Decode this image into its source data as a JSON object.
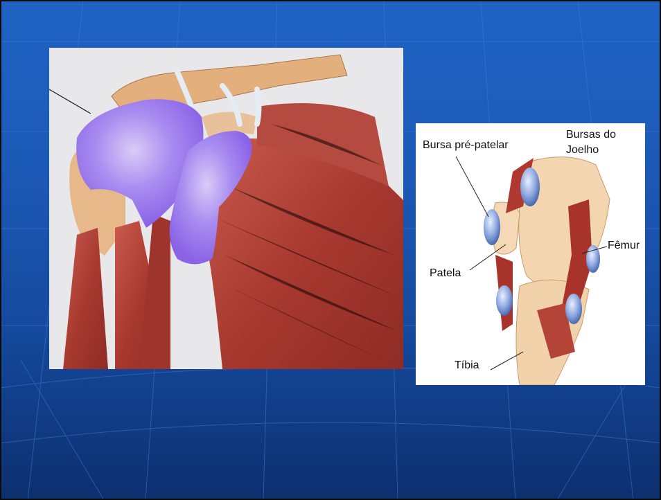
{
  "slide": {
    "background_colors": [
      "#1f63c4",
      "#0d2f6e"
    ],
    "grid_line_color": "#3a7bd5"
  },
  "shoulder_figure": {
    "colors": {
      "bursa": "#9b7be8",
      "muscle": "#b8433a",
      "bone": "#e6b88a",
      "ligament": "#e4ecf4"
    }
  },
  "knee_figure": {
    "labels": {
      "title_line1": "Bursas do",
      "title_line2": "Joelho",
      "bursa": "Bursa pré-patelar",
      "femur": "Fêmur",
      "patella": "Patela",
      "tibia": "Tíbia"
    },
    "colors": {
      "bursa": "#6f8fd0",
      "muscle": "#b0392f",
      "bone": "#f2d2aa"
    }
  }
}
